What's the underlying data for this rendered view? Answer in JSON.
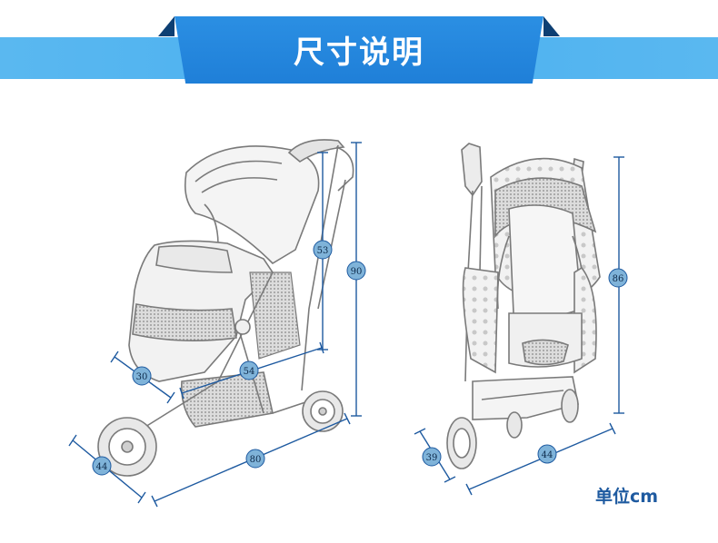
{
  "header": {
    "title": "尺寸说明"
  },
  "dimensions": {
    "side_view": {
      "handle_height": "53",
      "total_height": "90",
      "depth": "30",
      "seat_width": "54",
      "wheel_height": "44",
      "length": "80"
    },
    "front_view": {
      "total_height": "86",
      "wheel_height": "39",
      "width": "44"
    }
  },
  "footer": {
    "unit": "单位cm"
  },
  "colors": {
    "banner": "#2b8fe3",
    "strip": "#5ab8f0",
    "dimension": "#1e5aa0",
    "badge_fill": "#7fb3d9"
  }
}
